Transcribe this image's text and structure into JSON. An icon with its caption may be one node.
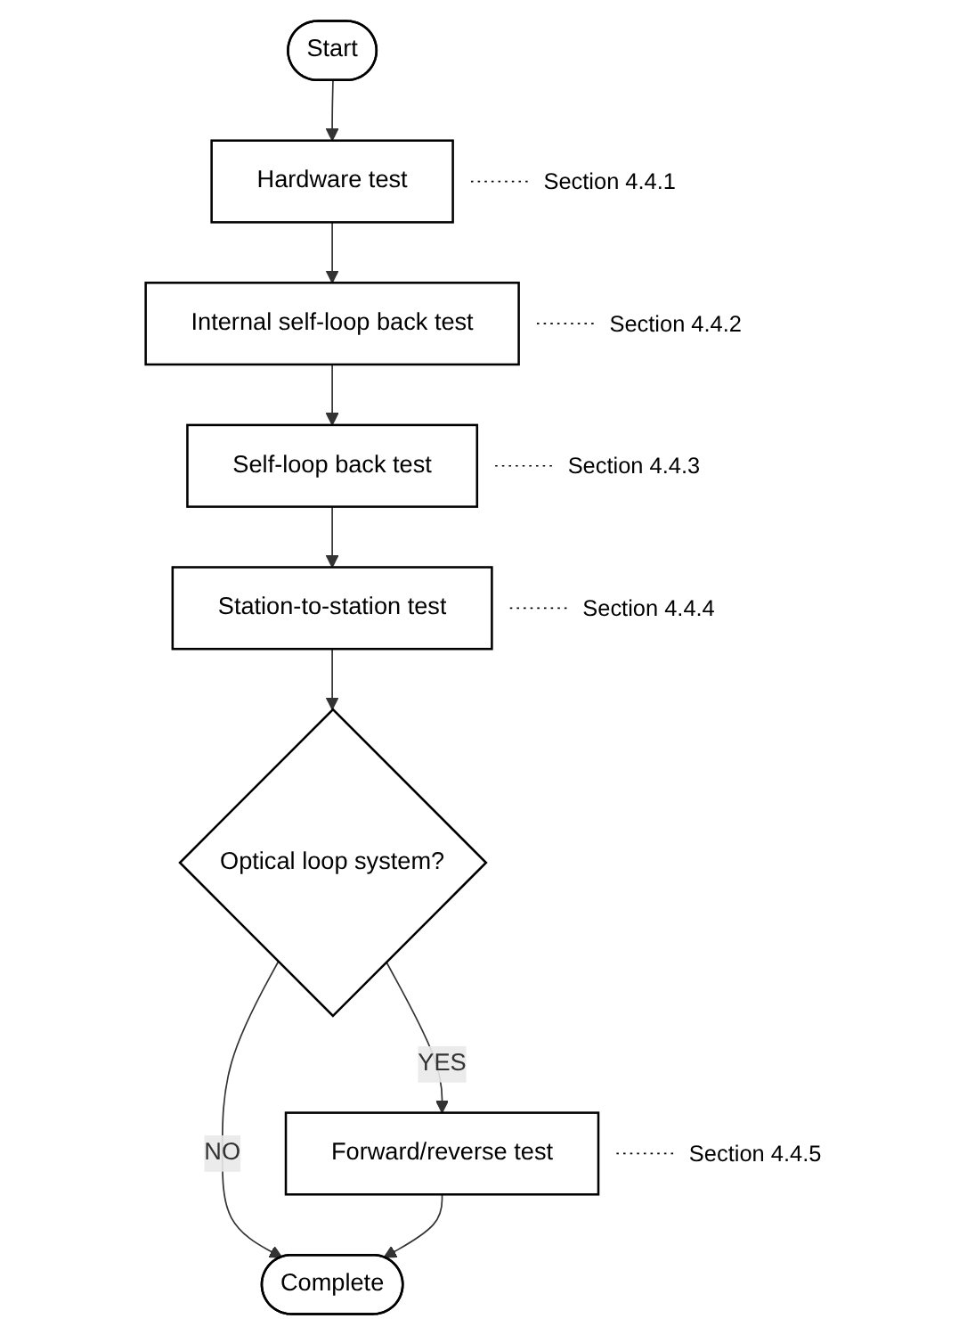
{
  "diagram": {
    "nodes": [
      {
        "text": [
          "Start"
        ]
      },
      {
        "text": [
          "Hardware test"
        ],
        "beside": [
          "Section 4.4.1"
        ]
      },
      {
        "text": [
          "Internal self-loop back test"
        ],
        "beside": [
          "Section 4.4.2"
        ]
      },
      {
        "text": [
          "Self-loop back test"
        ],
        "beside": [
          "Section 4.4.3"
        ]
      },
      {
        "text": [
          "Station-to-station test"
        ],
        "beside": [
          "Section 4.4.4"
        ]
      },
      {
        "text": [
          "Optical loop system?"
        ]
      },
      {
        "text": [
          "Forward/reverse test"
        ],
        "beside": [
          "Section 4.4.5"
        ]
      },
      {
        "text": [
          "Complete"
        ]
      }
    ],
    "edges": [
      {
        "from": 0,
        "to": 1,
        "arrow": "to"
      },
      {
        "from": 1,
        "to": 2,
        "arrow": "to"
      },
      {
        "from": 2,
        "to": 3,
        "arrow": "to"
      },
      {
        "from": 3,
        "to": 4,
        "arrow": "to"
      },
      {
        "from": 4,
        "to": 5,
        "arrow": "to"
      },
      {
        "from": 5,
        "to": 6,
        "arrow": "to",
        "label": "YES"
      },
      {
        "from": 5,
        "to": 7,
        "arrow": "to",
        "label": "NO"
      },
      {
        "from": 6,
        "to": 7,
        "arrow": "to"
      }
    ]
  }
}
